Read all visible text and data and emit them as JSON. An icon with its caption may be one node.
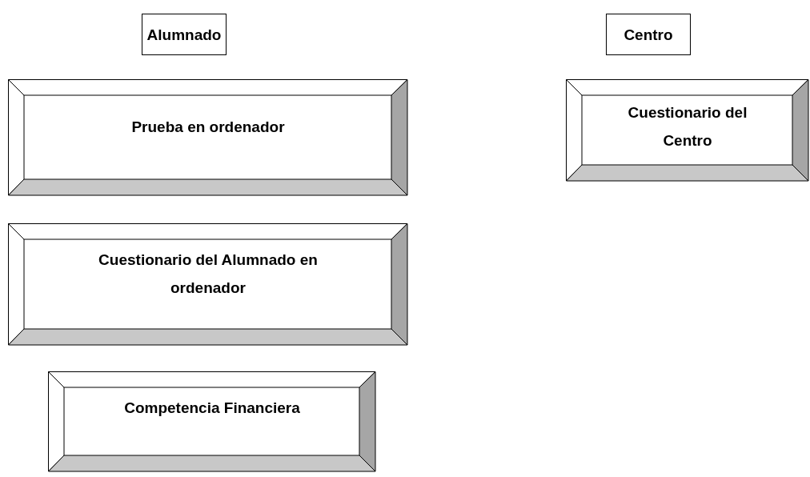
{
  "diagram": {
    "nodes": [
      {
        "text": [
          "Alumnado"
        ]
      },
      {
        "text": [
          "Centro"
        ]
      },
      {
        "text": [
          "Prueba en ordenador"
        ]
      },
      {
        "text": [
          "Cuestionario del Centro"
        ]
      },
      {
        "text": [
          "Cuestionario del Alumnado en ordenador"
        ]
      },
      {
        "text": [
          "Competencia Financiera"
        ]
      }
    ],
    "edges": []
  }
}
